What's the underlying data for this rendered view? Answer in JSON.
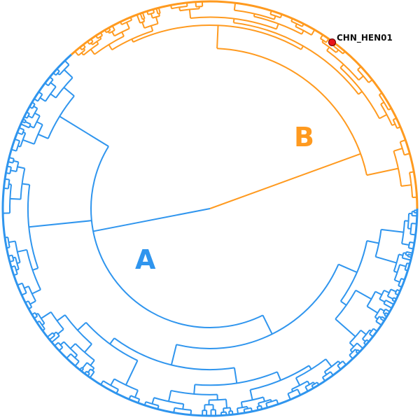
{
  "clades": [
    {
      "label": "A",
      "color": "#2f95ee"
    },
    {
      "label": "B",
      "color": "#ff9a1f"
    }
  ],
  "highlighted_tip": {
    "label": "CHN_HEN01",
    "marker_color": "#e8141b"
  }
}
